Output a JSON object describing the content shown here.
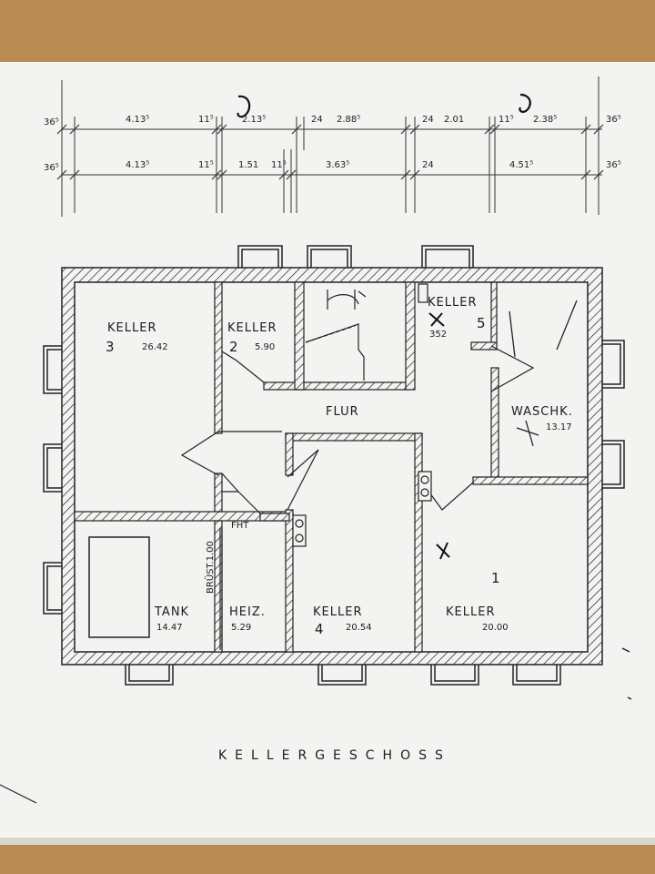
{
  "dimensions": {
    "row1": [
      "36⁵",
      "4.13⁵",
      "11⁵",
      "2.13⁵",
      "24",
      "2.88⁵",
      "24",
      "2.01",
      "11⁵",
      "2.38⁵",
      "36⁵"
    ],
    "row2": [
      "36⁵",
      "4.13⁵",
      "11⁵",
      "1.51",
      "11⁵",
      "3.63⁵",
      "24",
      "4.51⁵",
      "36⁵"
    ]
  },
  "rooms": {
    "keller3": {
      "name": "KELLER",
      "number": "3",
      "area": "26.42"
    },
    "keller2": {
      "name": "KELLER",
      "number": "2",
      "area": "5.90"
    },
    "keller5": {
      "name": "KELLER",
      "number": "5",
      "area": "352"
    },
    "flur": {
      "name": "FLUR"
    },
    "waschk": {
      "name": "WASCHK.",
      "area": "13.17"
    },
    "tank": {
      "name": "TANK",
      "area": "14.47"
    },
    "heiz": {
      "name": "HEIZ.",
      "area": "5.29"
    },
    "keller4": {
      "name": "KELLER",
      "number": "4",
      "area": "20.54"
    },
    "keller1": {
      "name": "KELLER",
      "number": "1",
      "area": "20.00"
    }
  },
  "labels": {
    "fht": "FHT",
    "bruest": "BRÜST.1.00"
  },
  "title": "KELLERGESCHOSS",
  "colors": {
    "table": "#b98a52",
    "paper": "#f3f3f1",
    "ink": "#1c1c1c"
  }
}
